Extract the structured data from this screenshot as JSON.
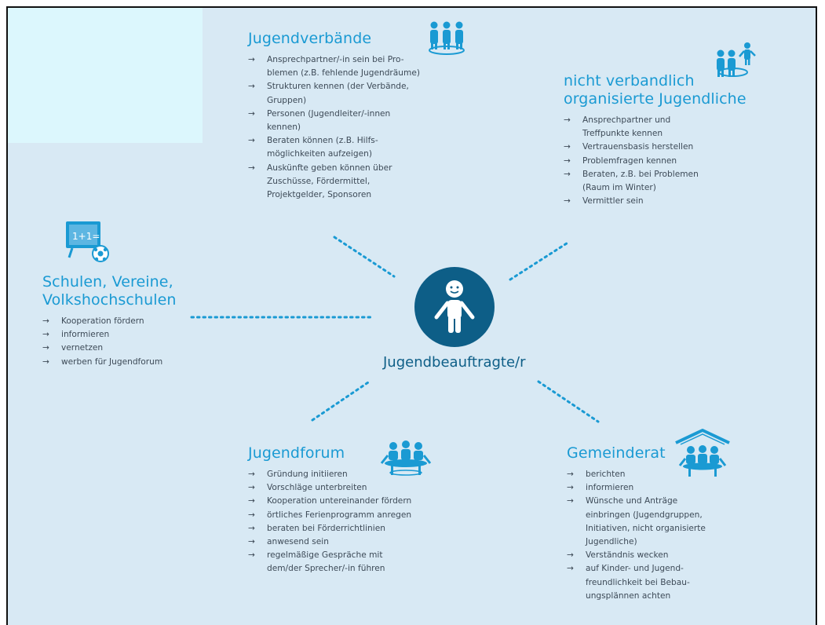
{
  "center": {
    "label": "Jugendbeauftragte/r",
    "icon": "person-icon"
  },
  "groups": [
    {
      "id": "jugendverbaende",
      "title_lines": [
        "Jugendverbände"
      ],
      "icon": "group-figures-icon",
      "items": [
        [
          "Ansprechpartner/-in sein bei Pro-",
          "blemen (z.B. fehlende Jugendräume)"
        ],
        [
          "Strukturen kennen (der Verbände,",
          "Gruppen)"
        ],
        [
          "Personen (Jugendleiter/-innen",
          "kennen)"
        ],
        [
          "Beraten können (z.B. Hilfs-",
          "möglichkeiten aufzeigen)"
        ],
        [
          "Auskünfte geben können über",
          "Zuschüsse, Fördermittel,",
          "Projektgelder, Sponsoren"
        ]
      ]
    },
    {
      "id": "nicht-verbandlich",
      "title_lines": [
        "nicht verbandlich",
        "organisierte Jugendliche"
      ],
      "icon": "youth-group-icon",
      "items": [
        [
          "Ansprechpartner und",
          "Treffpunkte kennen"
        ],
        [
          "Vertrauensbasis herstellen"
        ],
        [
          "Problemfragen kennen"
        ],
        [
          "Beraten, z.B. bei Problemen",
          "(Raum im Winter)"
        ],
        [
          "Vermittler sein"
        ]
      ]
    },
    {
      "id": "schulen",
      "title_lines": [
        "Schulen, Vereine,",
        "Volkshochschulen"
      ],
      "icon": "chalkboard-ball-icon",
      "items": [
        [
          "Kooperation fördern"
        ],
        [
          "informieren"
        ],
        [
          "vernetzen"
        ],
        [
          "werben für Jugendforum"
        ]
      ]
    },
    {
      "id": "jugendforum",
      "title_lines": [
        "Jugendforum"
      ],
      "icon": "round-table-icon",
      "items": [
        [
          "Gründung initiieren"
        ],
        [
          "Vorschläge unterbreiten"
        ],
        [
          "Kooperation untereinander fördern"
        ],
        [
          "örtliches Ferienprogramm anregen"
        ],
        [
          "beraten bei Förderrichtlinien"
        ],
        [
          "anwesend sein"
        ],
        [
          "regelmäßige Gespräche mit",
          "dem/der Sprecher/-in führen"
        ]
      ]
    },
    {
      "id": "gemeinderat",
      "title_lines": [
        "Gemeinderat"
      ],
      "icon": "council-roof-icon",
      "items": [
        [
          "berichten"
        ],
        [
          "informieren"
        ],
        [
          "Wünsche und Anträge",
          "einbringen (Jugendgruppen,",
          "Initiativen, nicht organisierte",
          "Jugendliche)"
        ],
        [
          "Verständnis wecken"
        ],
        [
          "auf Kinder- und Jugend-",
          "freundlichkeit bei Bebau-",
          "ungsplännen achten"
        ]
      ]
    }
  ],
  "colors": {
    "background": "#d8e9f4",
    "highlight": "#dcf7fd",
    "accent": "#1a9ad3",
    "center": "#0d5e87",
    "text": "#3d4a57"
  },
  "bullet": "→"
}
